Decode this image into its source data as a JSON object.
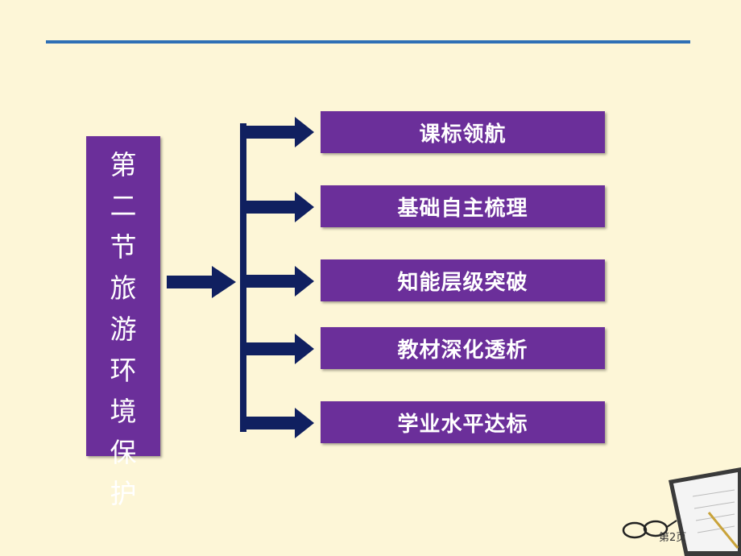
{
  "title": "第二节旅游环境保护",
  "items": [
    {
      "label": "课标领航"
    },
    {
      "label": "基础自主梳理"
    },
    {
      "label": "知能层级突破"
    },
    {
      "label": "教材深化透析"
    },
    {
      "label": "学业水平达标"
    }
  ],
  "page_label": "第2页",
  "colors": {
    "background": "#fdf6d7",
    "box": "#6b2f9a",
    "arrow": "#102060",
    "line": "#2e6fb5"
  }
}
